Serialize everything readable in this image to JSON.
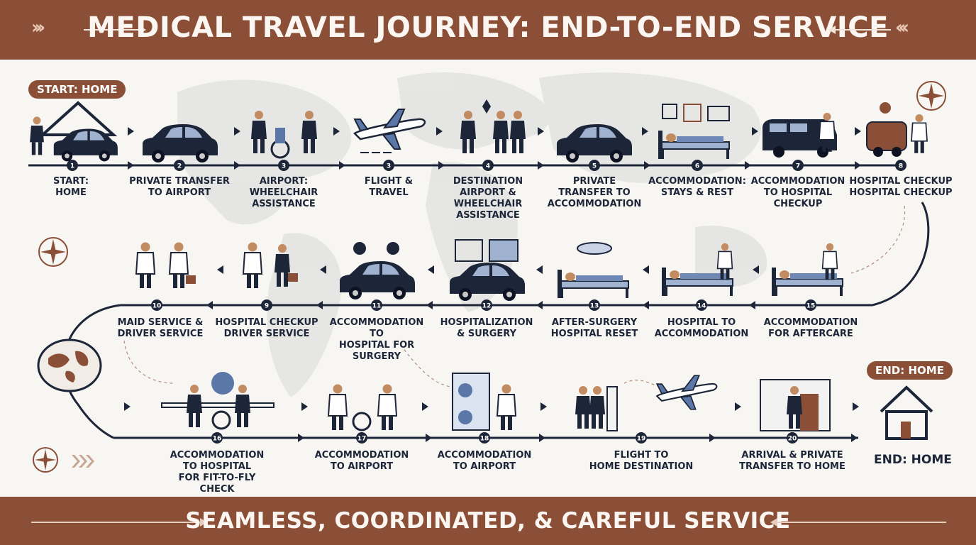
{
  "header": {
    "title": "MEDICAL TRAVEL JOURNEY: END-TO-END SERVICE"
  },
  "footer": {
    "tagline": "SEAMLESS, COORDINATED, & CAREFUL SERVICE"
  },
  "start_badge": "START: HOME",
  "end_badge": "END: HOME",
  "end_label": "END: HOME",
  "colors": {
    "banner": "#8b4f37",
    "navy": "#1d2538",
    "accent": "#2f4a8a"
  },
  "steps": [
    {
      "num": "1",
      "label": "START:\nHOME",
      "icon": "home-car-icon"
    },
    {
      "num": "2",
      "label": "PRIVATE TRANSFER\nTO AIRPORT",
      "icon": "car-icon"
    },
    {
      "num": "3",
      "label": "AIRPORT:\nWHEELCHAIR\nASSISTANCE",
      "icon": "wheelchair-icon"
    },
    {
      "num": "3",
      "label": "FLIGHT &\nTRAVEL",
      "icon": "airplane-icon"
    },
    {
      "num": "4",
      "label": "DESTINATION\nAIRPORT &\nWHEELCHAIR\nASSISTANCE",
      "icon": "staff-greeting-icon"
    },
    {
      "num": "5",
      "label": "PRIVATE\nTRANSFER TO\nACCOMMODATION",
      "icon": "car-icon"
    },
    {
      "num": "6",
      "label": "ACCOMMODATION:\nSTAYS & REST",
      "icon": "bed-icon"
    },
    {
      "num": "7",
      "label": "ACCOMMODATION\nTO HOSPITAL\nCHECKUP",
      "icon": "van-icon"
    },
    {
      "num": "8",
      "label": "HOSPITAL CHECKUP\nHOSPITAL CHECKUP",
      "icon": "ambulance-icon"
    },
    {
      "num": "10",
      "label": "MAID SERVICE &\nDRIVER SERVICE",
      "icon": "doctors-handshake-icon"
    },
    {
      "num": "9",
      "label": "HOSPITAL CHECKUP\nDRIVER SERVICE",
      "icon": "nurse-driver-icon"
    },
    {
      "num": "11",
      "label": "ACCOMMODATION TO\nHOSPITAL FOR SURGERY",
      "icon": "car-icon"
    },
    {
      "num": "12",
      "label": "HOSPITALIZATION\n& SURGERY",
      "icon": "car-icon"
    },
    {
      "num": "13",
      "label": "AFTER-SURGERY\nHOSPITAL RESET",
      "icon": "surgery-bed-icon"
    },
    {
      "num": "14",
      "label": "HOSPITAL TO\nACCOMMODATION",
      "icon": "hospital-bed-icon"
    },
    {
      "num": "15",
      "label": "ACCOMMODATION\nFOR AFTERCARE",
      "icon": "aftercare-bed-icon"
    },
    {
      "num": "16",
      "label": "ACCOMMODATION TO HOSPITAL\nFOR FIT-TO-FLY CHECK",
      "icon": "wheelchair-check-icon"
    },
    {
      "num": "17",
      "label": "ACCOMMODATION\nTO AIRPORT",
      "icon": "wheelchair-doctor-icon"
    },
    {
      "num": "18",
      "label": "ACCOMMODATION\nTO AIRPORT",
      "icon": "airport-door-icon"
    },
    {
      "num": "19",
      "label": "FLIGHT TO\nHOME DESTINATION",
      "icon": "boarding-airplane-icon"
    },
    {
      "num": "20",
      "label": "ARRIVAL & PRIVATE\nTRANSFER TO HOME",
      "icon": "arrival-door-icon"
    }
  ]
}
